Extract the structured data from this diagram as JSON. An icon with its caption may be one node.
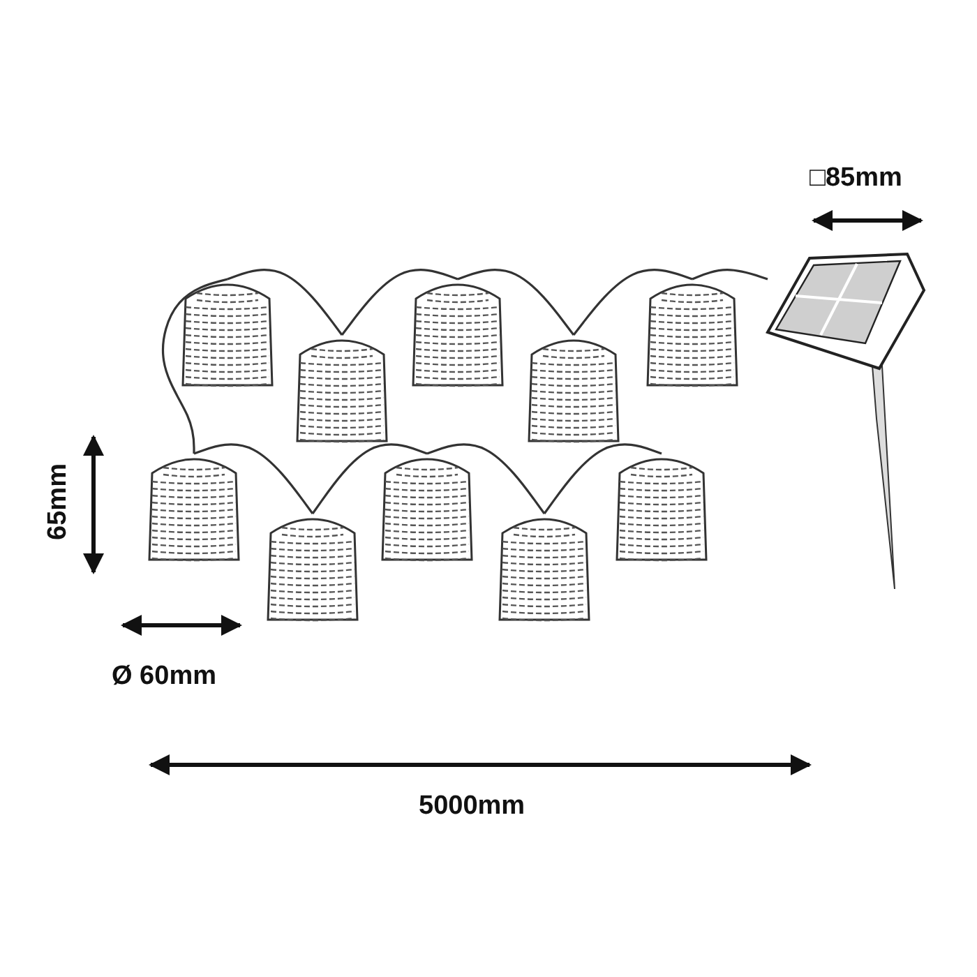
{
  "diagram": {
    "labels": [
      "□85mm",
      "65mm",
      "Ø 60mm",
      "5000mm"
    ]
  }
}
